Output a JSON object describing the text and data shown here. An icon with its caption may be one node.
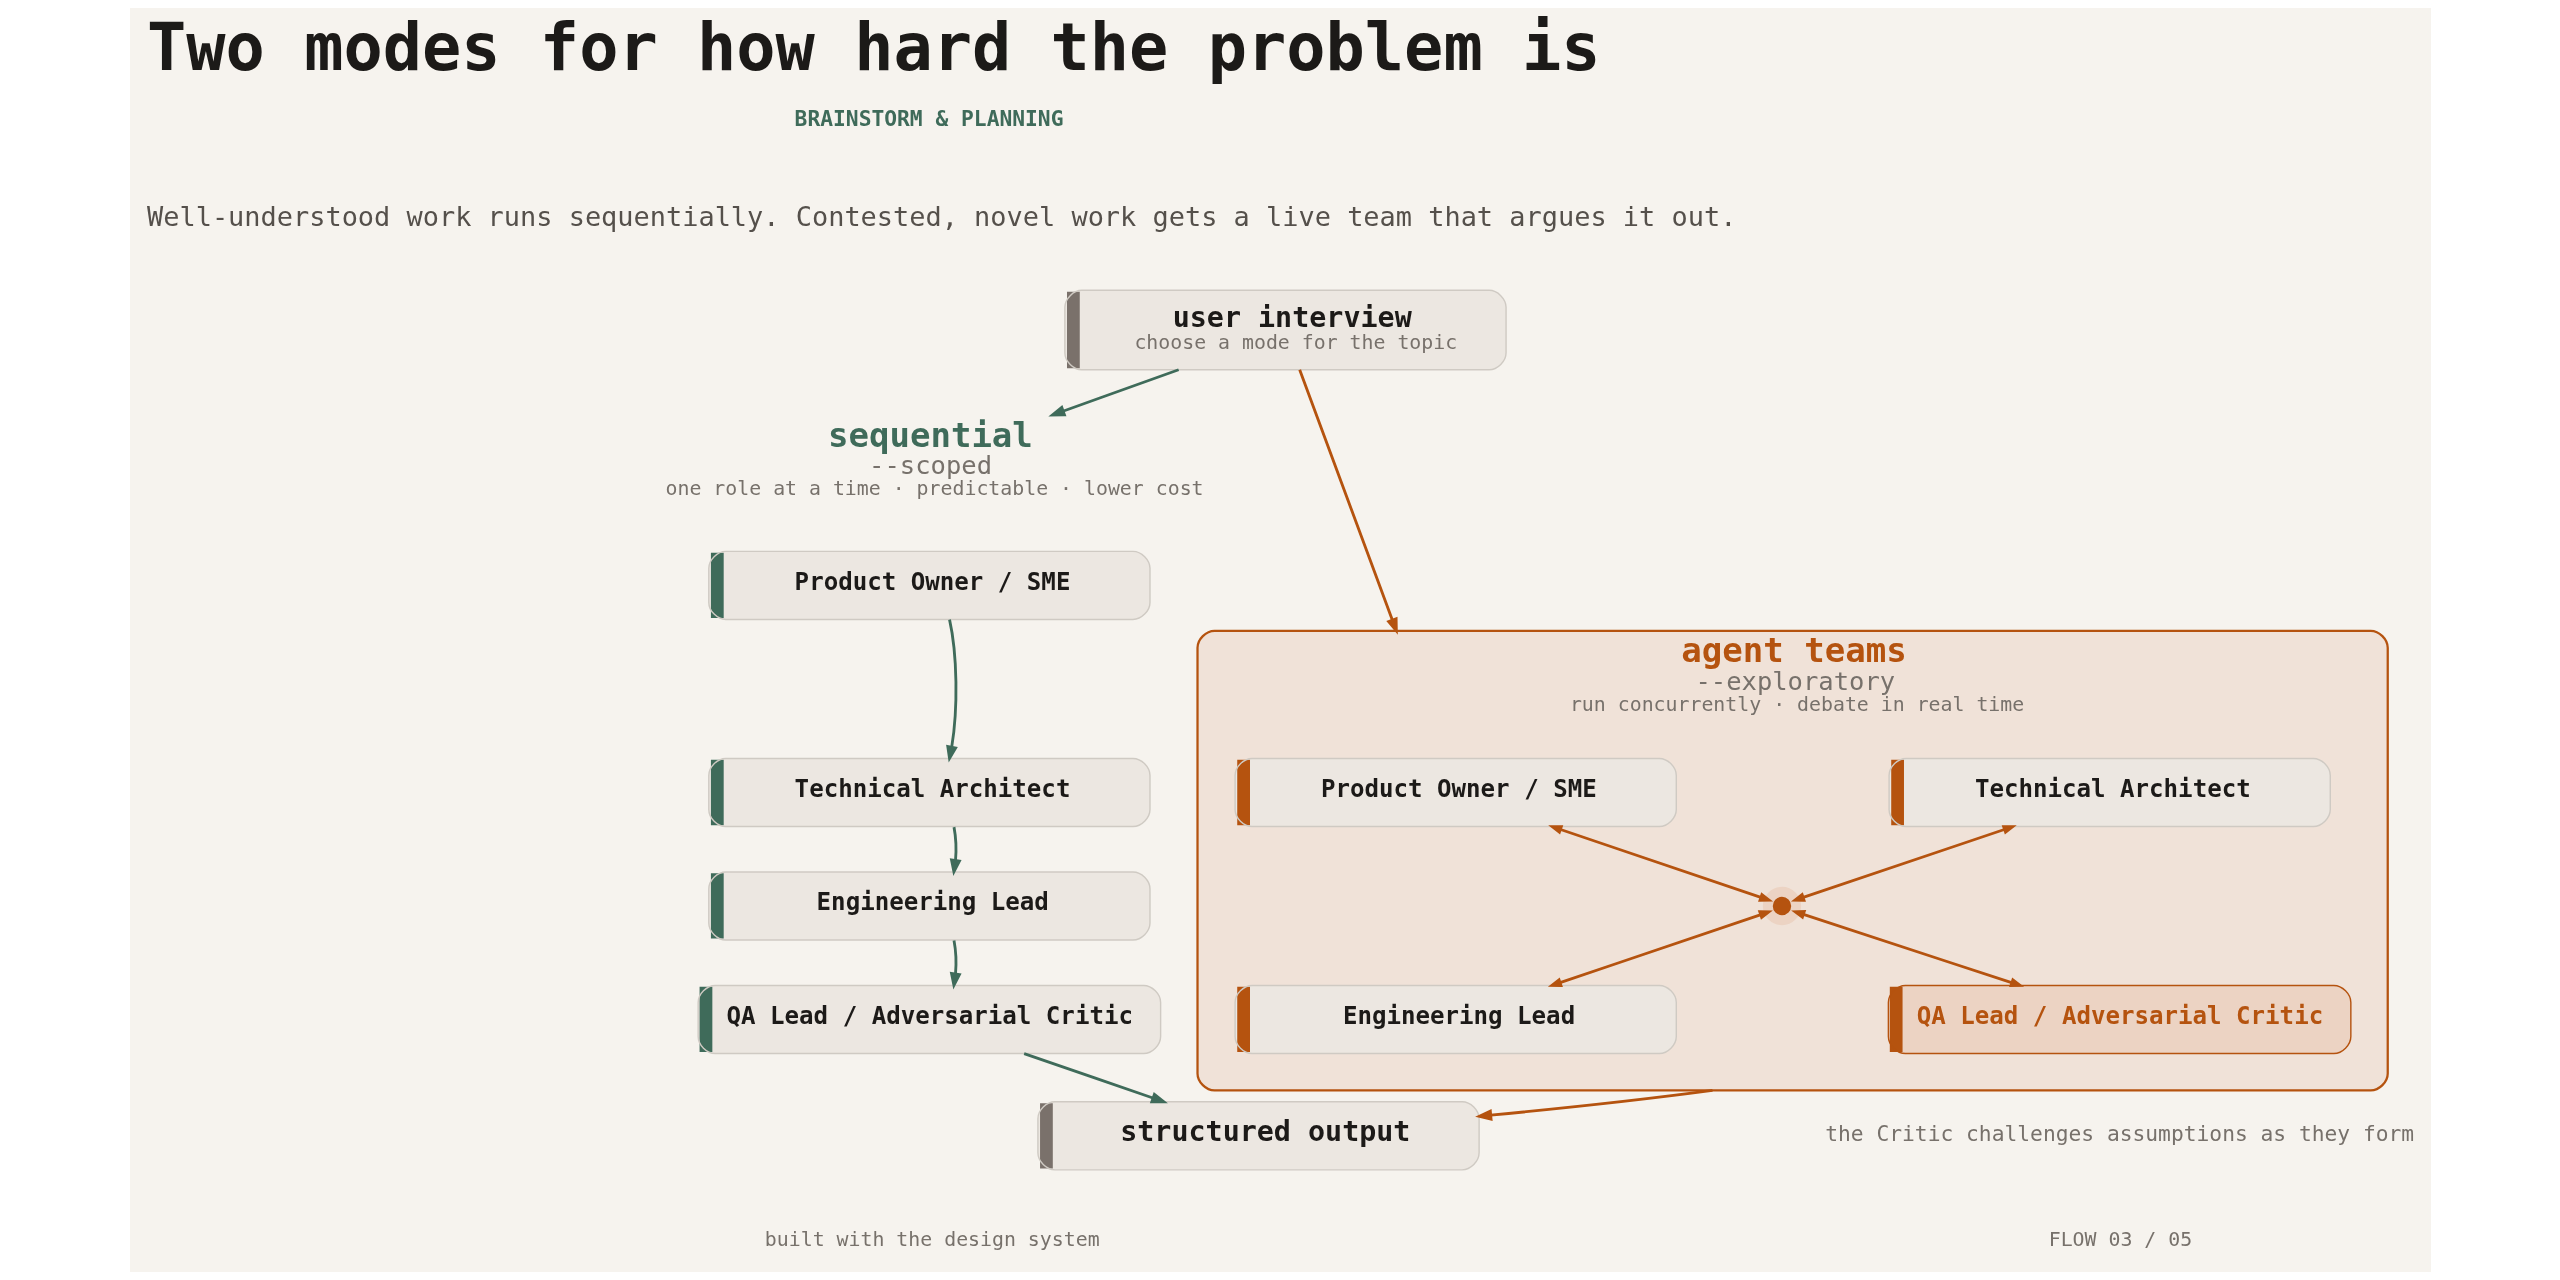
{
  "diagram": {
    "title": "Two modes for how hard the problem is",
    "nodes": [
      {
        "text": [
          "user interview",
          "choose a mode for the topic"
        ]
      },
      {
        "text": [
          "sequential",
          "--scoped",
          "one role at a time · predictable · lower cost"
        ]
      },
      {
        "text": [
          "Product Owner / SME"
        ]
      },
      {
        "text": [
          "Technical Architect"
        ]
      },
      {
        "text": [
          "Engineering Lead"
        ]
      },
      {
        "text": [
          "QA Lead / Adversarial Critic"
        ]
      },
      {
        "text": [
          "agent teams",
          "--exploratory",
          "run concurrently · debate in real time"
        ],
        "beside": [
          "the Critic challenges assumptions as they form"
        ]
      },
      {
        "text": [
          "Product Owner / SME"
        ],
        "in": 6
      },
      {
        "text": [
          "Technical Architect"
        ],
        "in": 6
      },
      {
        "text": [],
        "shape": "circle",
        "in": 6
      },
      {
        "text": [
          "Engineering Lead"
        ],
        "in": 6
      },
      {
        "text": [
          "QA Lead / Adversarial Critic"
        ],
        "in": 6
      },
      {
        "text": [
          "structured output"
        ]
      }
    ],
    "edges": [
      {
        "from": 0,
        "to": 1,
        "arrow": "to",
        "color": "#3f6b5a"
      },
      {
        "from": 0,
        "to": 6,
        "arrow": "to",
        "color": "#b5530f"
      },
      {
        "from": 2,
        "to": 3,
        "arrow": "to",
        "color": "#3f6b5a"
      },
      {
        "from": 3,
        "to": 4,
        "arrow": "to",
        "color": "#3f6b5a"
      },
      {
        "from": 4,
        "to": 5,
        "arrow": "to",
        "color": "#3f6b5a"
      },
      {
        "from": 7,
        "to": 9,
        "arrow": "both",
        "color": "#b5530f"
      },
      {
        "from": 8,
        "to": 9,
        "arrow": "both",
        "color": "#b5530f"
      },
      {
        "from": 9,
        "to": 10,
        "arrow": "both",
        "color": "#b5530f"
      },
      {
        "from": 9,
        "to": 11,
        "arrow": "both",
        "color": "#b5530f"
      },
      {
        "from": 5,
        "to": 12,
        "arrow": "to",
        "color": "#3f6b5a"
      },
      {
        "from": 6,
        "to": 12,
        "arrow": "to",
        "color": "#b5530f"
      }
    ],
    "labels": [
      "BRAINSTORM & PLANNING",
      "Well-understood work runs sequentially. Contested, novel work gets a live team that argues it out.",
      "built with the design system",
      "FLOW 03 / 05"
    ]
  }
}
